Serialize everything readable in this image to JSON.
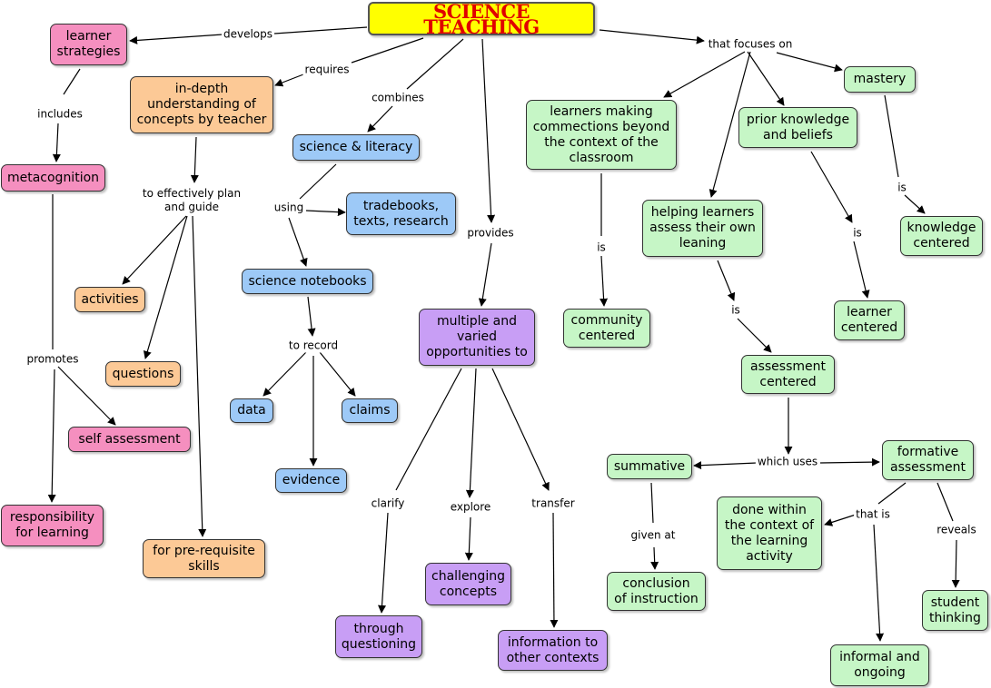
{
  "title": "SCIENCE TEACHING",
  "colors": {
    "title_bg": "#ffff00",
    "title_text": "#e00000",
    "pink": "#f58fbf",
    "orange": "#fcc996",
    "blue": "#9dc9f7",
    "purple": "#c89ef5",
    "green": "#c6f6c6",
    "link": "#000000"
  },
  "concepts": {
    "learner_strategies": "learner\nstrategies",
    "metacognition": "metacognition",
    "self_assessment": "self assessment",
    "responsibility": "responsibility\nfor learning",
    "indepth_understanding": "in-depth\nunderstanding of\nconcepts by teacher",
    "activities": "activities",
    "questions": "questions",
    "prerequisite_skills": "for pre-requisite\nskills",
    "science_literacy": "science & literacy",
    "tradebooks": "tradebooks,\ntexts, research",
    "science_notebooks": "science notebooks",
    "data": "data",
    "claims": "claims",
    "evidence": "evidence",
    "multiple_opportunities": "multiple and\nvaried\nopportunities to",
    "challenging_concepts": "challenging\nconcepts",
    "through_questioning": "through\nquestioning",
    "information_transfer": "information to\nother contexts",
    "learners_connections": "learners making\ncommections beyond\nthe context of the\nclassroom",
    "community_centered": "community\ncentered",
    "prior_knowledge": "prior knowledge\nand beliefs",
    "mastery": "mastery",
    "knowledge_centered": "knowledge\ncentered",
    "learner_centered": "learner\ncentered",
    "helping_learners": "helping learners\nassess their own\nleaning",
    "assessment_centered": "assessment\ncentered",
    "summative": "summative",
    "formative": "formative\nassessment",
    "conclusion": "conclusion\nof instruction",
    "done_within": "done within\nthe context of\nthe learning\nactivity",
    "student_thinking": "student\nthinking",
    "informal_ongoing": "informal and\nongoing"
  },
  "linking_phrases": {
    "develops": "develops",
    "includes": "includes",
    "promotes": "promotes",
    "requires": "requires",
    "to_effectively": "to effectively plan\nand guide",
    "combines": "combines",
    "using": "using",
    "to_record": "to record",
    "provides": "provides",
    "clarify": "clarify",
    "explore": "explore",
    "transfer": "transfer",
    "that_focuses_on": "that focuses on",
    "is_community": "is",
    "is_learner": "is",
    "is_knowledge": "is",
    "is_assessment": "is",
    "which_uses": "which uses",
    "given_at": "given at",
    "that_is": "that is",
    "reveals": "reveals"
  }
}
